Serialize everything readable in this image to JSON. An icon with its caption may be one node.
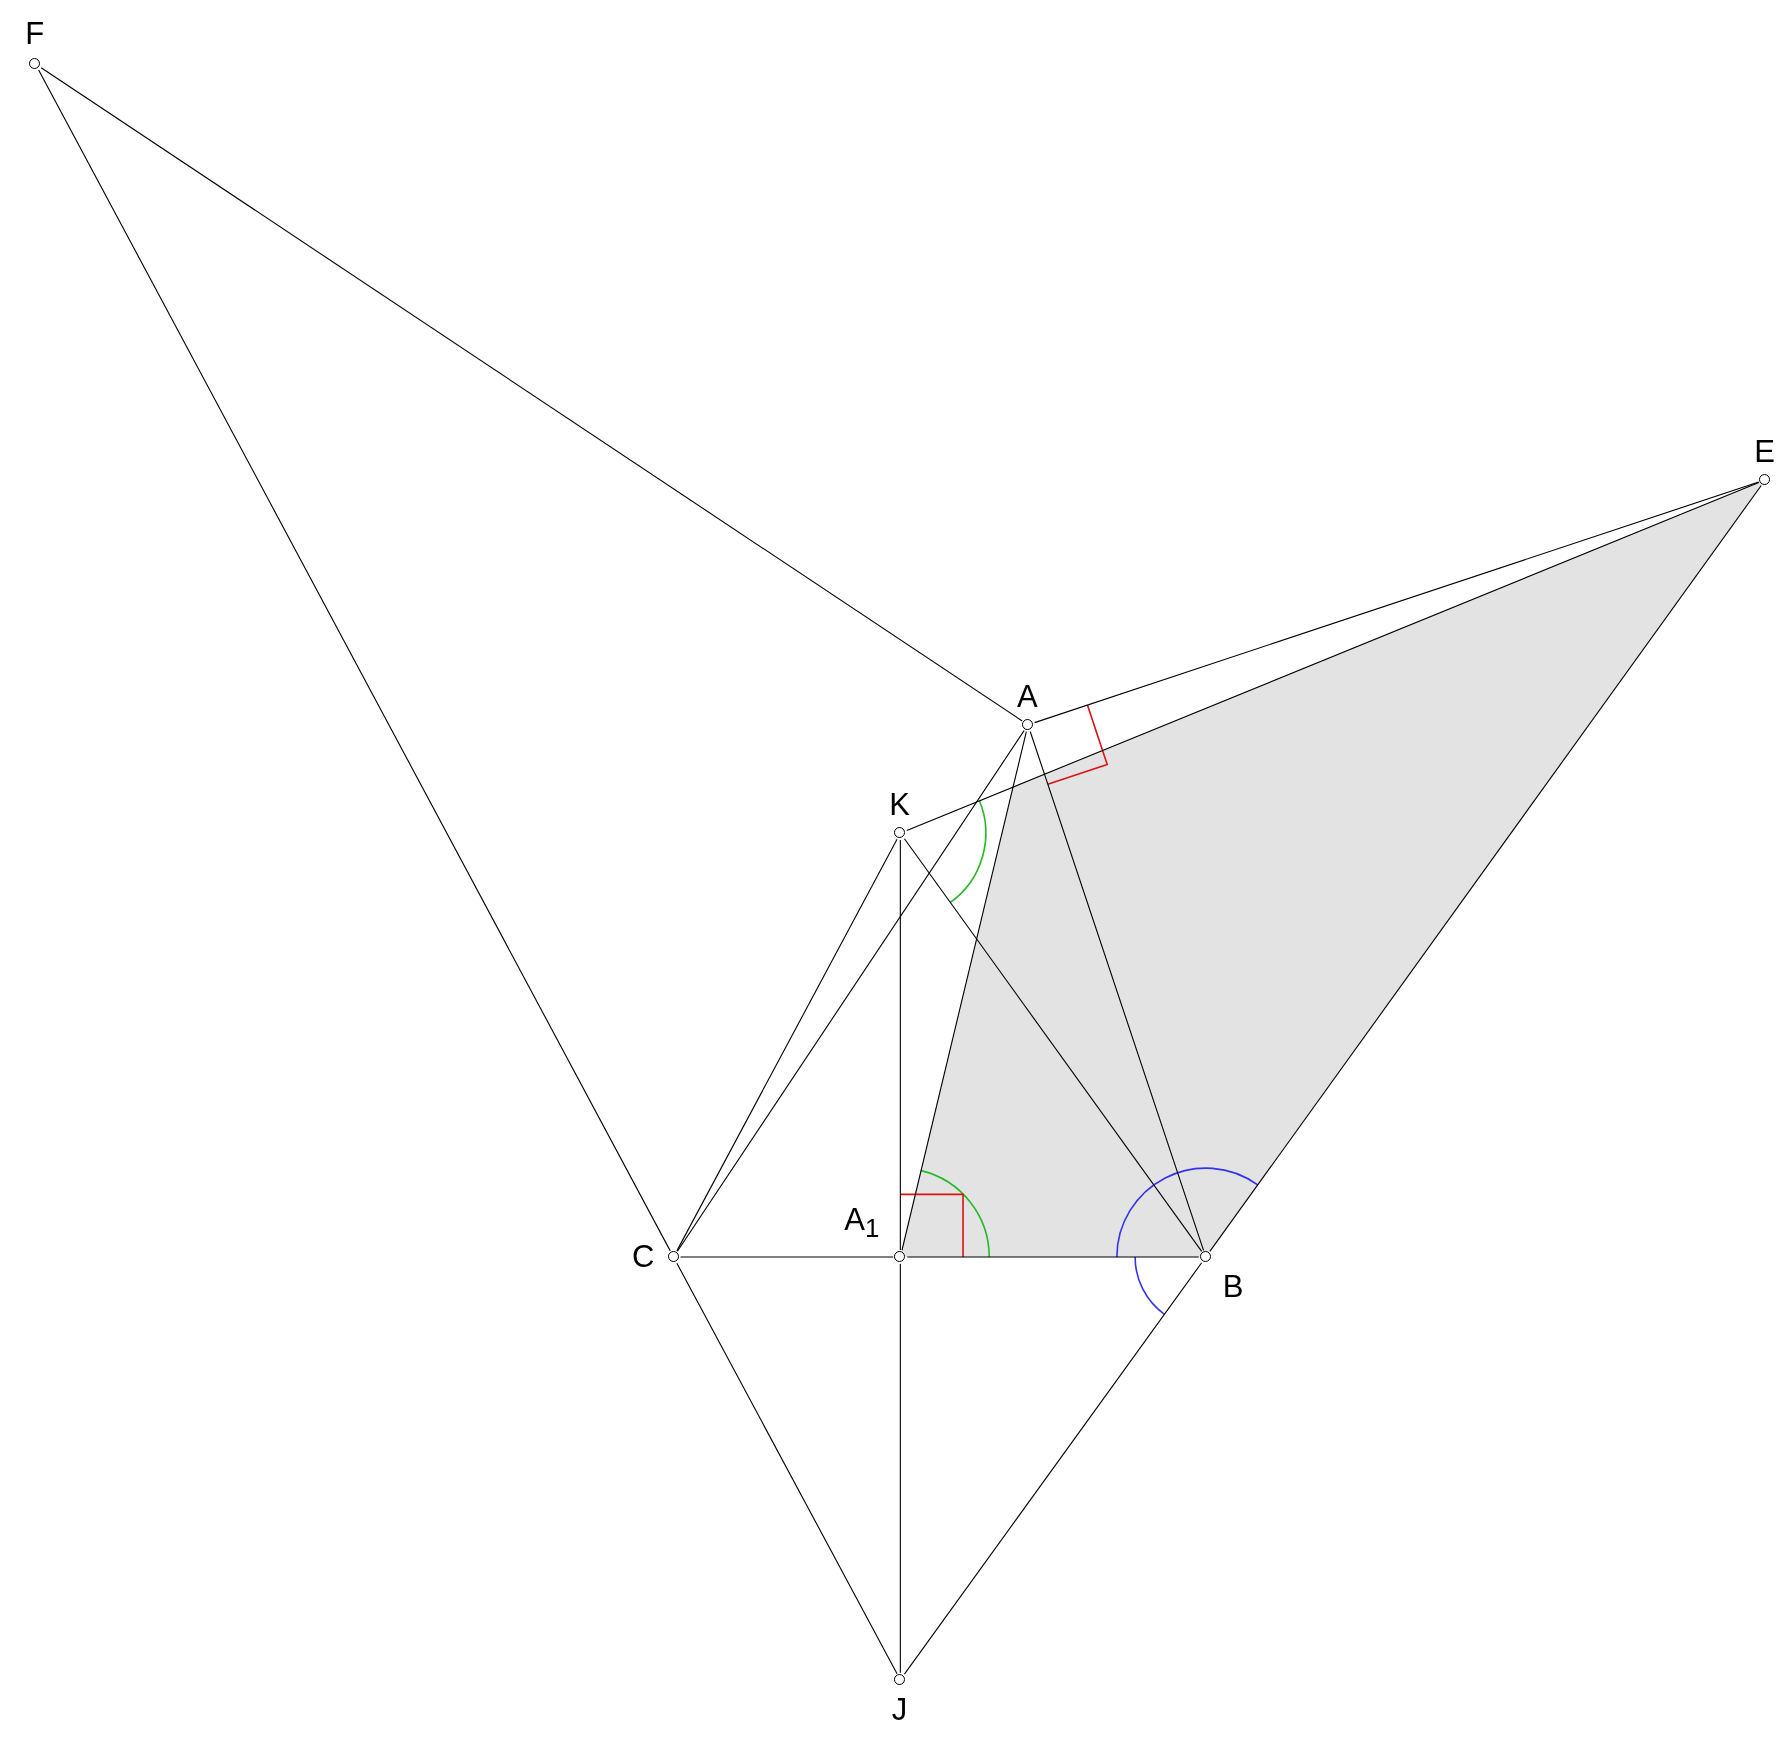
{
  "diagram": {
    "nodes": [
      {
        "text": [
          "F"
        ]
      },
      {
        "text": [
          "E"
        ]
      },
      {
        "text": [
          "A"
        ]
      },
      {
        "text": [
          "K"
        ]
      },
      {
        "text": [
          "C"
        ]
      },
      {
        "text": [
          "A$_{1}$"
        ]
      },
      {
        "text": [
          "B"
        ]
      },
      {
        "text": [
          "J"
        ]
      }
    ],
    "edges": [
      {
        "from": 0,
        "to": 2,
        "arrow": "none"
      },
      {
        "from": 0,
        "to": 4,
        "arrow": "none"
      },
      {
        "from": 4,
        "to": 7,
        "arrow": "none"
      },
      {
        "from": 2,
        "to": 1,
        "arrow": "none"
      },
      {
        "from": 3,
        "to": 1,
        "arrow": "none"
      },
      {
        "from": 1,
        "to": 6,
        "arrow": "none"
      },
      {
        "from": 6,
        "to": 7,
        "arrow": "none"
      },
      {
        "from": 2,
        "to": 4,
        "arrow": "none"
      },
      {
        "from": 2,
        "to": 5,
        "arrow": "none"
      },
      {
        "from": 2,
        "to": 6,
        "arrow": "none"
      },
      {
        "from": 3,
        "to": 4,
        "arrow": "none"
      },
      {
        "from": 3,
        "to": 6,
        "arrow": "none"
      },
      {
        "from": 3,
        "to": 5,
        "arrow": "none"
      },
      {
        "from": 5,
        "to": 7,
        "arrow": "none"
      },
      {
        "from": 4,
        "to": 5,
        "arrow": "none"
      },
      {
        "from": 5,
        "to": 6,
        "arrow": "none"
      }
    ]
  }
}
